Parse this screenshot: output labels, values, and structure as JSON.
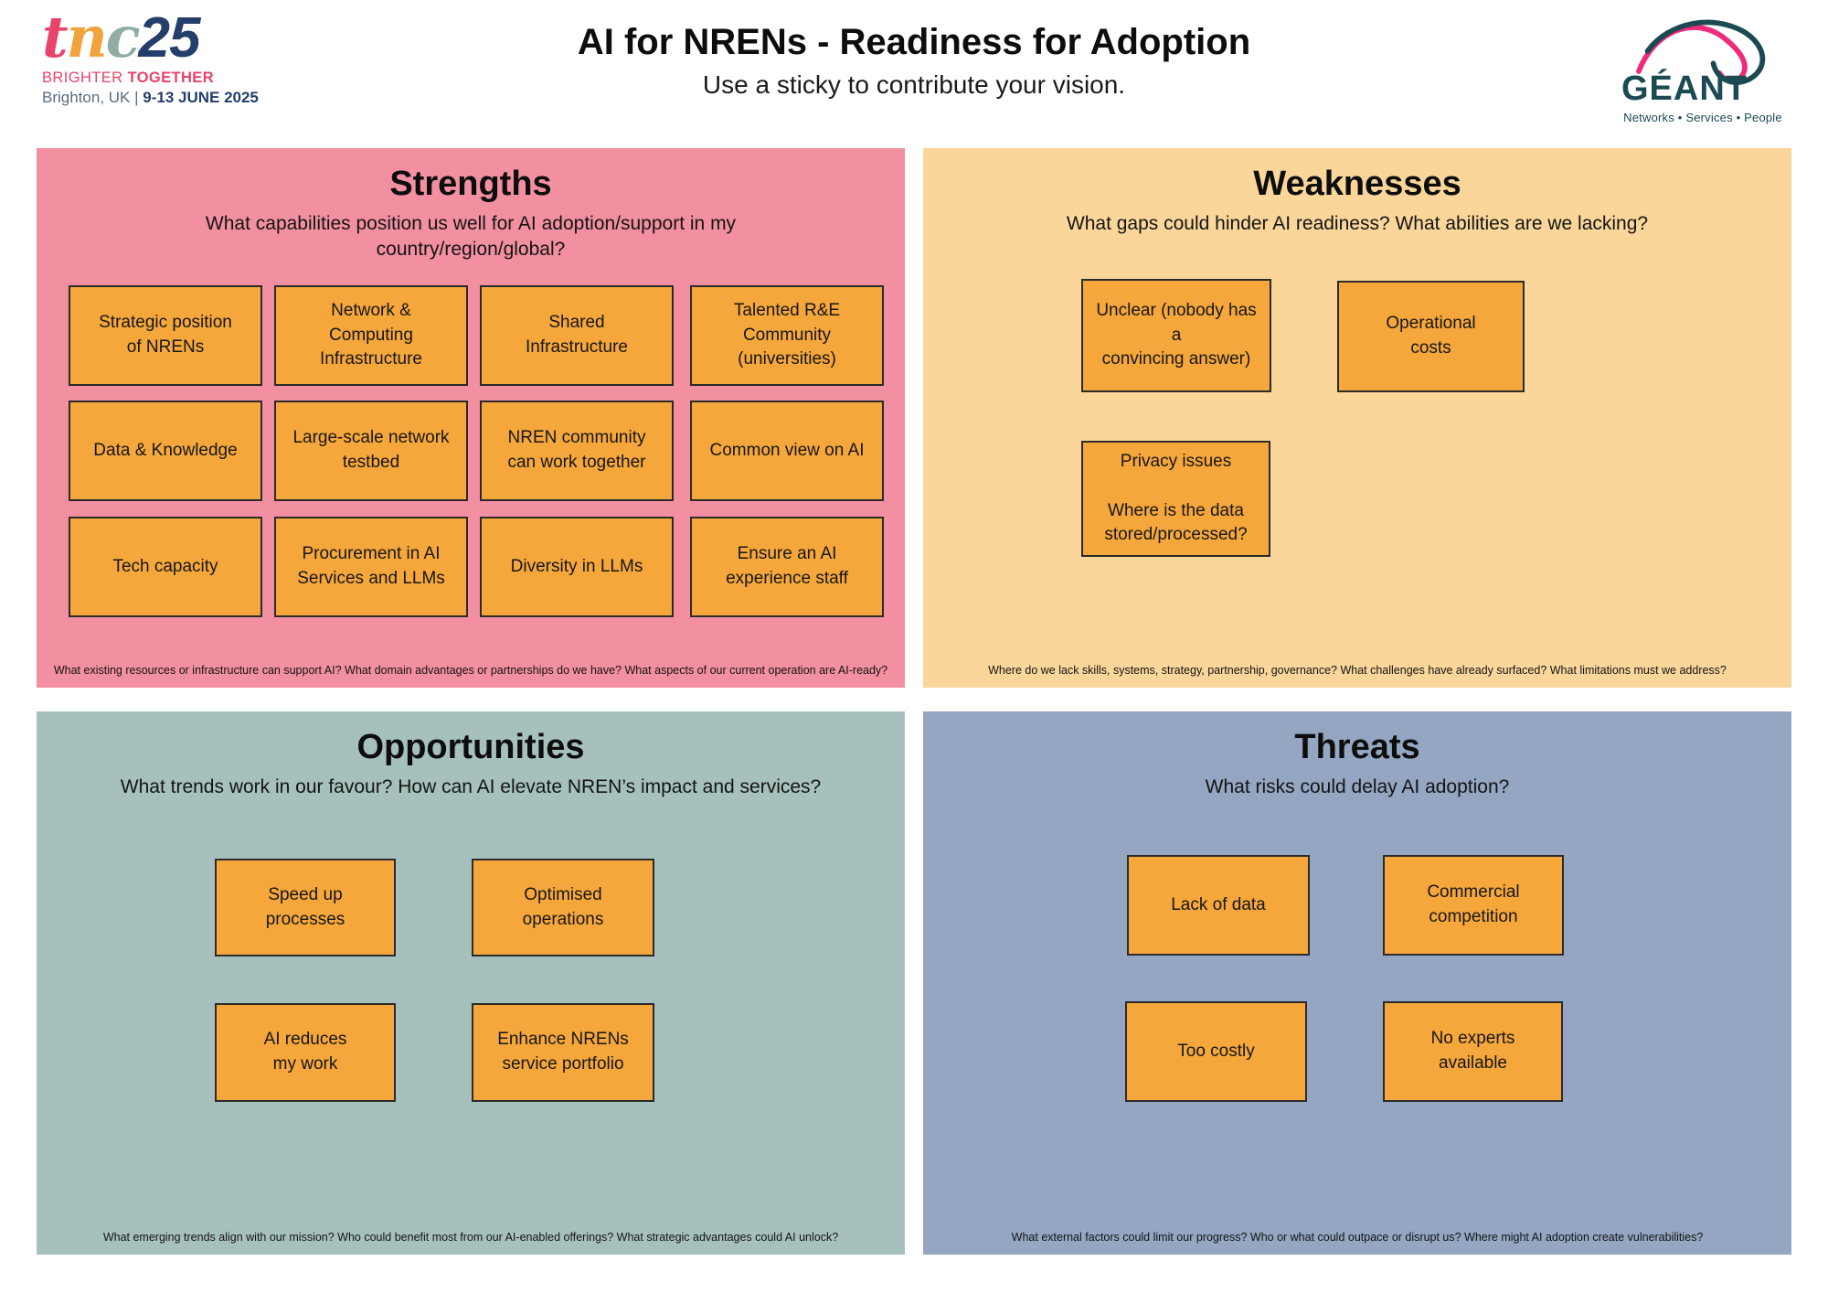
{
  "header": {
    "title": "AI for NRENs - Readiness for Adoption",
    "subtitle": "Use a sticky to contribute your vision.",
    "tnc_logo": {
      "t": "t",
      "n": "n",
      "c": "c",
      "year": "25",
      "tagline_regular": "BRIGHTER ",
      "tagline_bold": "TOGETHER",
      "location": "Brighton, UK | ",
      "dates": "9-13 JUNE 2025"
    },
    "geant_logo": {
      "name": "GÉANT",
      "tagline": "Networks • Services • People"
    }
  },
  "colors": {
    "strengths_bg": "#F28FA0",
    "weaknesses_bg": "#FAD69A",
    "opportunities_bg": "#A6C1BD",
    "threats_bg": "#94A6C1",
    "sticky_note": "#F5A73B",
    "tnc_pink": "#E8436A",
    "tnc_amber": "#F2A33C",
    "tnc_sage": "#8FADA0",
    "tnc_navy": "#243E6B",
    "geant_teal": "#1C4A52",
    "geant_pink": "#EF2B7C"
  },
  "quadrants": {
    "strengths": {
      "title": "Strengths",
      "subtitle": "What capabilities position us well for AI adoption/support in my country/region/global?",
      "footer": "What existing resources or infrastructure can support AI? What domain advantages or partnerships do we have? What aspects of our current operation are AI-ready?",
      "notes": [
        "Strategic position\nof NRENs",
        "Network &\nComputing\nInfrastructure",
        "Shared\nInfrastructure",
        "Talented R&E\nCommunity\n(universities)",
        "Data & Knowledge",
        "Large-scale network\ntestbed",
        "NREN community\ncan work together",
        "Common view on AI",
        "Tech capacity",
        "Procurement in AI\nServices and LLMs",
        "Diversity in LLMs",
        "Ensure an AI\nexperience staff"
      ]
    },
    "weaknesses": {
      "title": "Weaknesses",
      "subtitle": "What gaps could hinder AI readiness? What abilities are we lacking?",
      "footer": "Where do we lack skills, systems, strategy, partnership, governance? What challenges have already surfaced? What limitations must we address?",
      "notes": [
        "Unclear (nobody has a\nconvincing answer)",
        "Operational\ncosts",
        "Privacy issues\n\nWhere is the data\nstored/processed?"
      ]
    },
    "opportunities": {
      "title": "Opportunities",
      "subtitle": "What trends work in our favour? How can AI elevate NREN’s impact and services?",
      "footer": "What emerging trends align with our mission? Who could benefit most from our AI-enabled offerings? What strategic advantages could AI unlock?",
      "notes": [
        "Speed up\nprocesses",
        "Optimised\noperations",
        "AI reduces\nmy work",
        "Enhance NRENs\nservice portfolio"
      ]
    },
    "threats": {
      "title": "Threats",
      "subtitle": "What risks could delay AI adoption?",
      "footer": "What external factors could limit our progress? Who or what could outpace or disrupt us? Where might AI adoption create vulnerabilities?",
      "notes": [
        "Lack of data",
        "Commercial\ncompetition",
        "Too costly",
        "No experts\navailable"
      ]
    }
  }
}
